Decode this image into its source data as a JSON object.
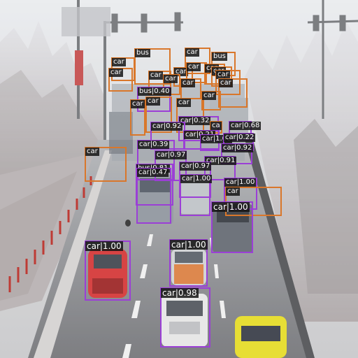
{
  "colors": {
    "ground_truth": "#d9772b",
    "prediction": "#9b3fd6",
    "label_bg": "#141414",
    "label_text": "#ffffff"
  },
  "detections": [
    {
      "label": "car",
      "kind": "gt"
    },
    {
      "label": "bus",
      "kind": "gt"
    },
    {
      "label": "car",
      "kind": "gt"
    },
    {
      "label": "bus",
      "kind": "gt"
    },
    {
      "label": "car",
      "kind": "gt"
    },
    {
      "label": "car",
      "kind": "gt"
    },
    {
      "label": "car",
      "kind": "gt"
    },
    {
      "label": "car",
      "kind": "gt"
    },
    {
      "label": "car",
      "kind": "gt"
    },
    {
      "label": "car",
      "kind": "gt"
    },
    {
      "label": "car",
      "kind": "gt"
    },
    {
      "label": "car",
      "kind": "gt"
    },
    {
      "label": "car",
      "kind": "gt"
    },
    {
      "label": "car",
      "kind": "gt"
    },
    {
      "label": "bus|0.40",
      "kind": "pred"
    },
    {
      "label": "car",
      "kind": "gt"
    },
    {
      "label": "car",
      "kind": "gt"
    },
    {
      "label": "car",
      "kind": "gt"
    },
    {
      "label": "car",
      "kind": "gt"
    },
    {
      "label": "car|0.32",
      "kind": "pred"
    },
    {
      "label": "car|0.92",
      "kind": "pred"
    },
    {
      "label": "ca",
      "kind": "gt"
    },
    {
      "label": "car|0.68",
      "kind": "pred"
    },
    {
      "label": "car|0.21",
      "kind": "pred"
    },
    {
      "label": "car|1.00",
      "kind": "pred"
    },
    {
      "label": "car|0.22",
      "kind": "pred"
    },
    {
      "label": "car|0.39",
      "kind": "pred"
    },
    {
      "label": "car|0.92",
      "kind": "pred"
    },
    {
      "label": "car",
      "kind": "gt"
    },
    {
      "label": "car|0.97",
      "kind": "pred"
    },
    {
      "label": "car|0.91",
      "kind": "pred"
    },
    {
      "label": "bus|0.81",
      "kind": "pred"
    },
    {
      "label": "car|0.97",
      "kind": "pred"
    },
    {
      "label": "car|0.47",
      "kind": "pred"
    },
    {
      "label": "car|1.00",
      "kind": "pred"
    },
    {
      "label": "car",
      "kind": "gt"
    },
    {
      "label": "car|1.00",
      "kind": "pred"
    },
    {
      "label": "car|1.00",
      "kind": "pred"
    },
    {
      "label": "car|1.00",
      "kind": "pred"
    },
    {
      "label": "car|1.00",
      "kind": "pred"
    },
    {
      "label": "car|0.98",
      "kind": "pred"
    }
  ]
}
